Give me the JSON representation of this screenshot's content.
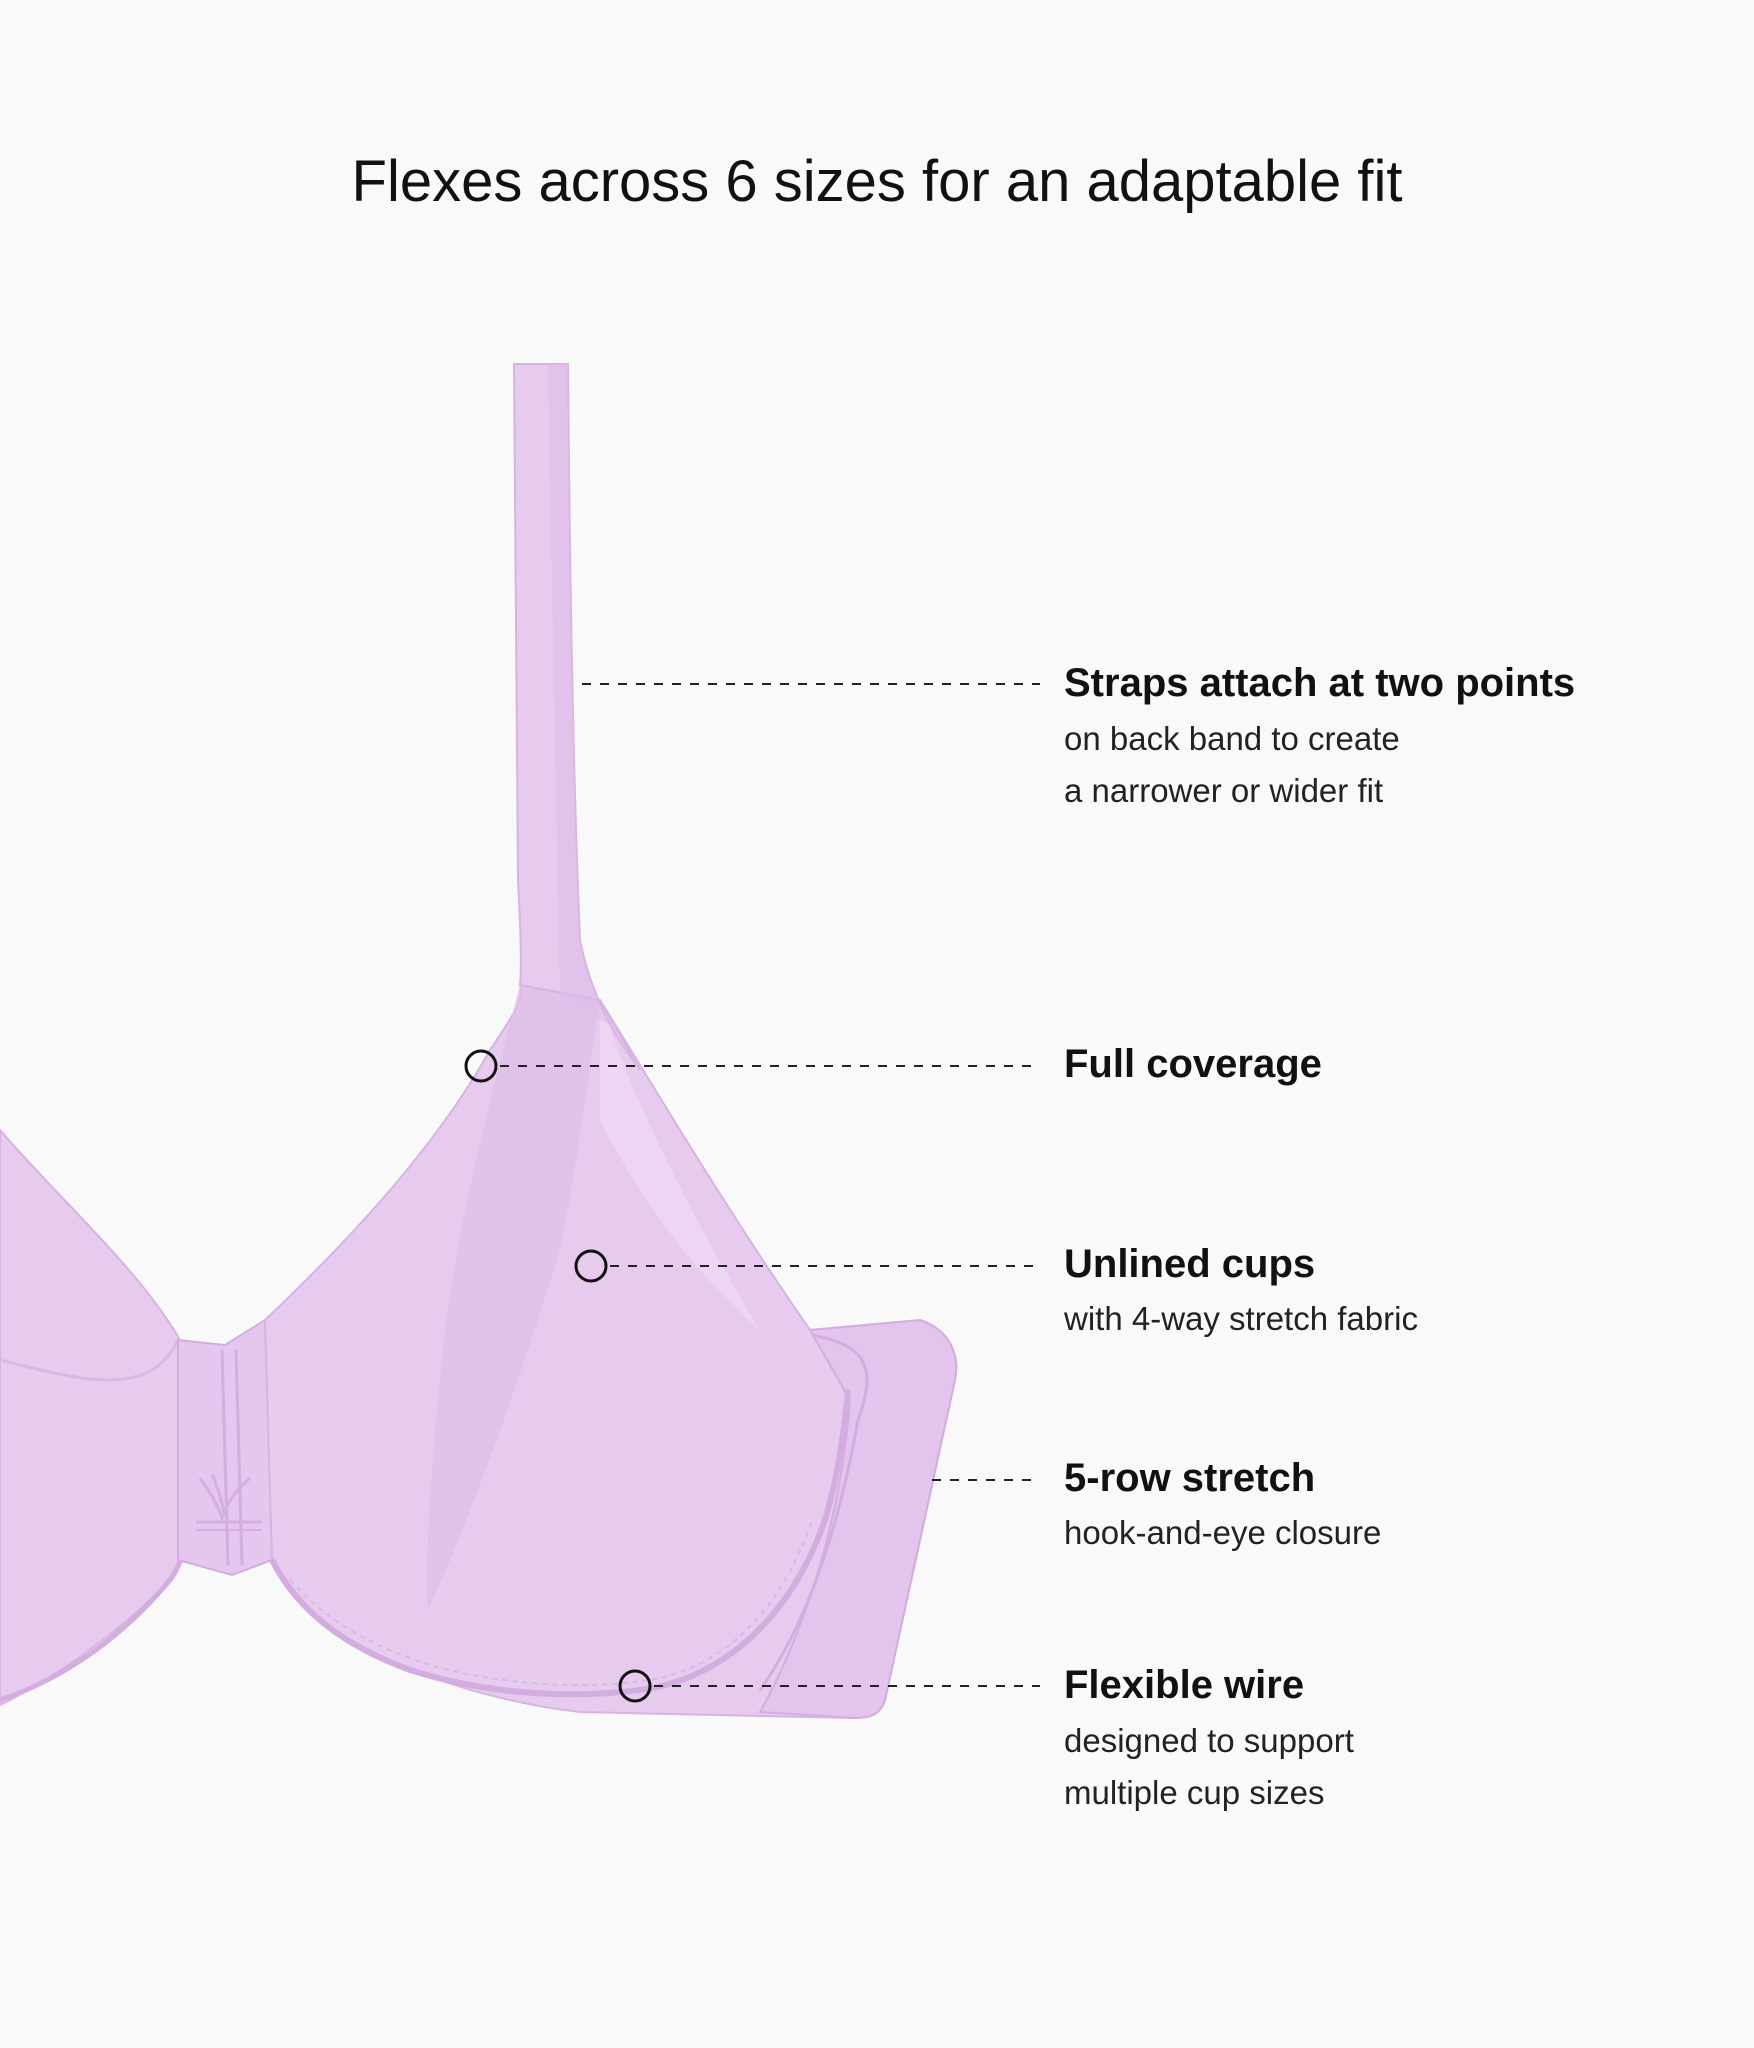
{
  "header": {
    "title": "Flexes across 6 sizes for an adaptable fit"
  },
  "product": {
    "image_subject": "underwire-bra-lavender",
    "color": "#E6CBEF",
    "shadow_color": "#D7B3E2",
    "highlight_color": "#F0DDF5"
  },
  "callouts": [
    {
      "title": "Straps attach at two points",
      "lines": [
        "on back band to create",
        "a narrower or wider fit"
      ],
      "marker": "none"
    },
    {
      "title": "Full coverage",
      "lines": [],
      "marker": "circle"
    },
    {
      "title": "Unlined cups",
      "lines": [
        "with 4-way stretch fabric"
      ],
      "marker": "circle"
    },
    {
      "title": "5-row stretch",
      "lines": [
        "hook-and-eye closure"
      ],
      "marker": "none"
    },
    {
      "title": "Flexible wire",
      "lines": [
        "designed to support",
        "multiple cup sizes"
      ],
      "marker": "circle"
    }
  ]
}
